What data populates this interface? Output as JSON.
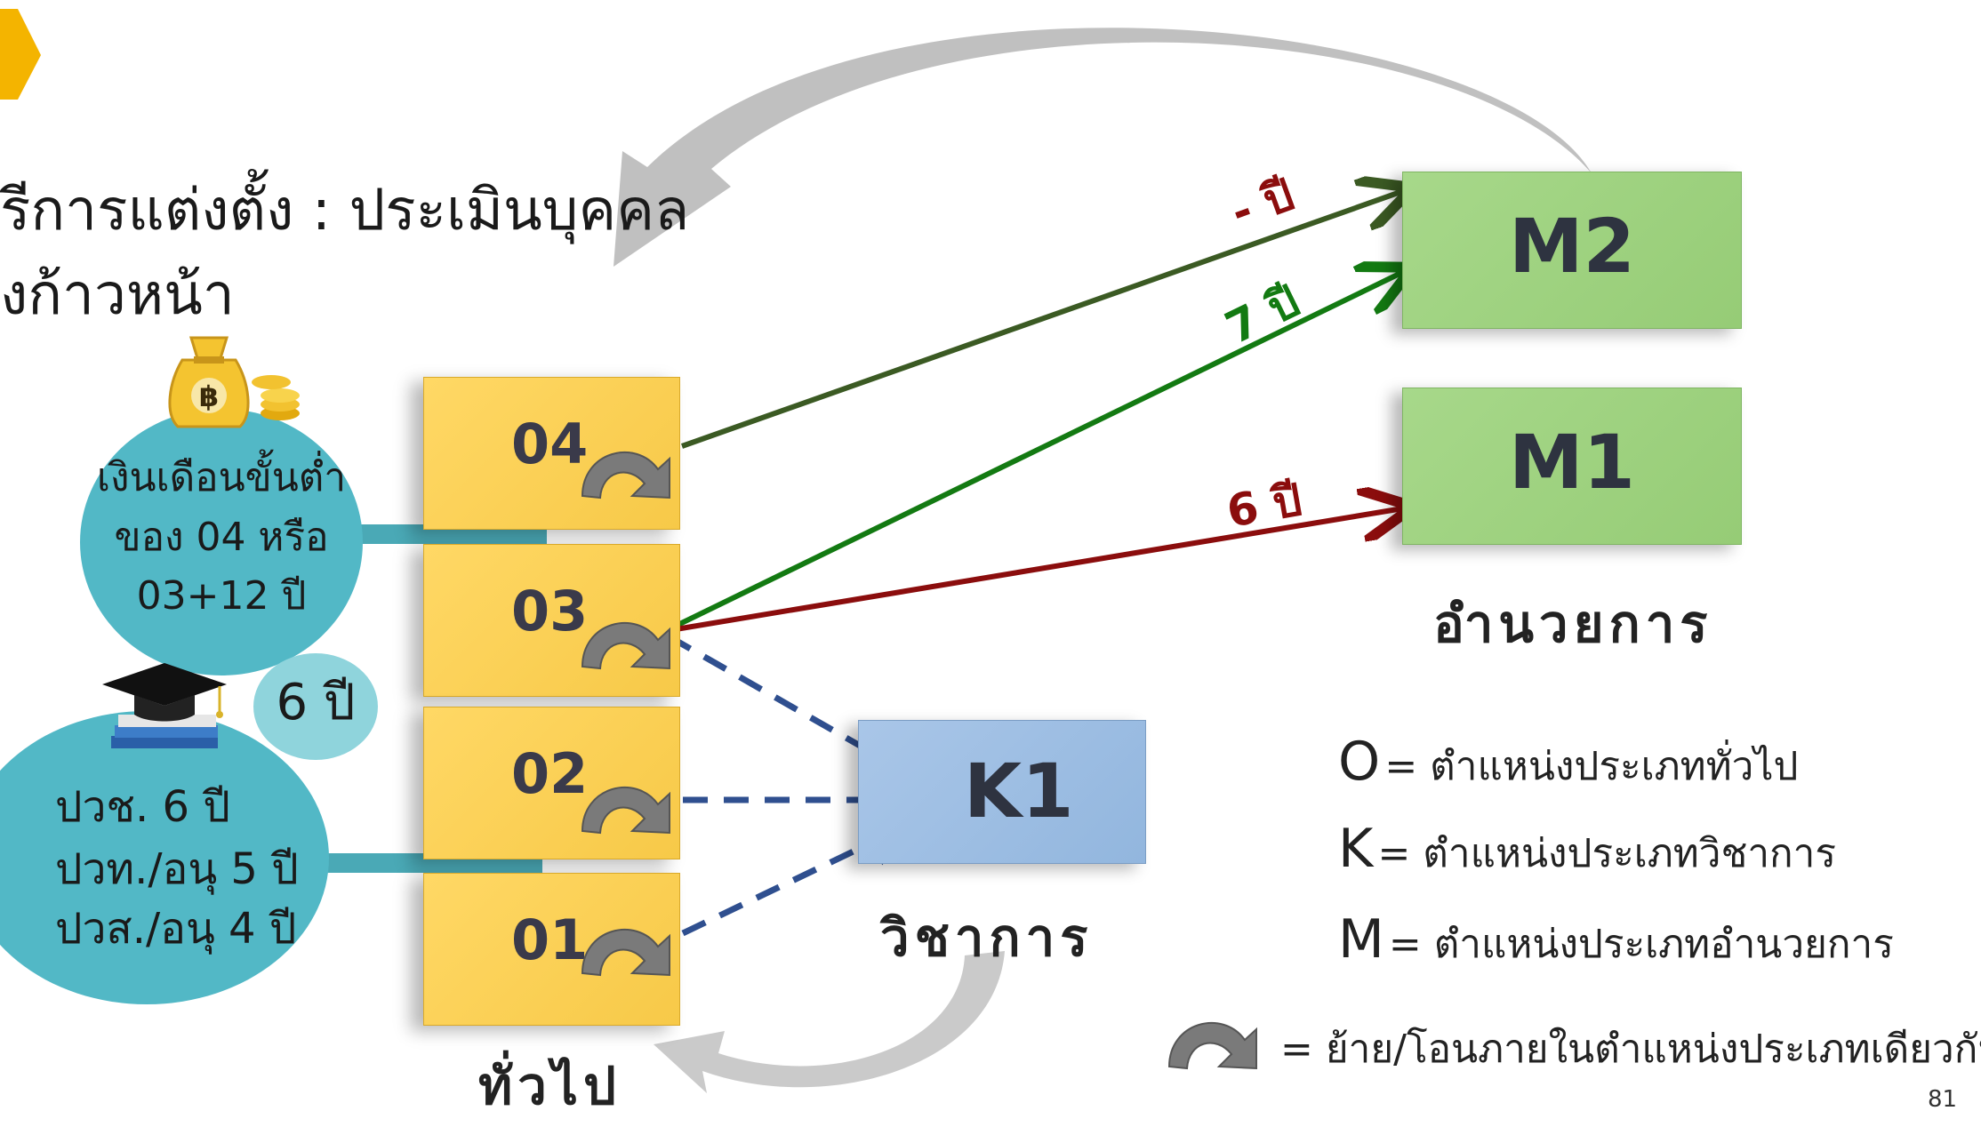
{
  "title": {
    "line1": "รีการแต่งตั้ง : ประเมินบุคคล",
    "line2": "งก้าวหน้า"
  },
  "general": {
    "label": "ทั่วไป",
    "levels": [
      "04",
      "03",
      "02",
      "01"
    ]
  },
  "academic": {
    "box_label": "K1",
    "label": "วิชาการ"
  },
  "executive": {
    "boxes": [
      "M2",
      "M1"
    ],
    "label": "อำนวยการ"
  },
  "arrows": {
    "o4_to_m2": "- ปี",
    "o3_to_m2": "7 ปี",
    "o3_to_m1": "6 ปี"
  },
  "salary_bubble": {
    "lines": [
      "เงินเดือนขั้นต่ำ",
      "ของ 04 หรือ",
      "03+12 ปี"
    ],
    "icon": "money-bag-icon"
  },
  "education_bubble": {
    "lines": [
      "ปวช. 6 ปี",
      "ปวท./อนุ 5 ปี",
      "ปวส./อนุ 4 ปี"
    ],
    "icon": "graduation-cap-icon"
  },
  "six_year_badge": "6 ปี",
  "legend": {
    "o_key": "O",
    "o_desc": "= ตำแหน่งประเภททั่วไป",
    "k_key": "K",
    "k_desc": "= ตำแหน่งประเภทวิชาการ",
    "m_key": "M",
    "m_desc": "= ตำแหน่งประเภทอำนวยการ",
    "move_desc": "= ย้าย/โอนภายในตำแหน่งประเภทเดียวกัน"
  },
  "page_number": "81",
  "colors": {
    "general_box": "#f7c948",
    "executive_box": "#9dd17f",
    "academic_box": "#9bbde3",
    "bubble": "#52b8c6",
    "arrow_dark_green": "#3b5a23",
    "arrow_green": "#137a12",
    "arrow_dark_red": "#8b0d0d",
    "arrow_dashed_blue": "#2f4f8f",
    "curved_gray": "#bdbdbd",
    "corner_tab": "#f4b400"
  }
}
